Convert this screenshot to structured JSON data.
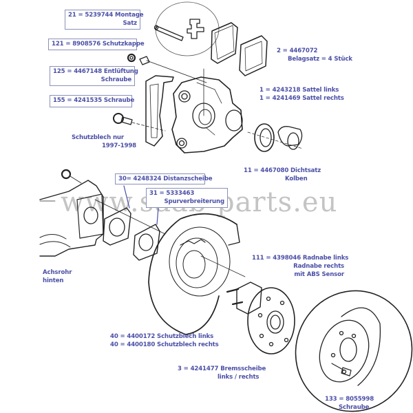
{
  "diagram": {
    "watermark": "www.saab-parts.eu",
    "colors": {
      "label_text": "#4b4fa6",
      "box_border": "#8a90b8",
      "line": "#222222"
    },
    "labels": {
      "montage": {
        "line1": "21 = 5239744  Montage",
        "line2": "Satz"
      },
      "schutzkappe": {
        "line1": "121 = 8908576  Schutzkappe"
      },
      "entlueftung": {
        "line1": "125 = 4467148  Entlüftung",
        "line2": "Schraube"
      },
      "schraube155": {
        "line1": "155 =  4241535 Schraube"
      },
      "schutzblech_nur": {
        "line1": "Schutzblech nur",
        "line2": "1997-1998"
      },
      "belagsatz": {
        "line1": "2 = 4467072",
        "line2": "Belagsatz = 4 Stück"
      },
      "sattel": {
        "line1": "1 = 4243218 Sattel links",
        "line2": "1 = 4241469 Sattel rechts"
      },
      "dichtsatz": {
        "line1": "11 = 4467080  Dichtsatz",
        "line2": "Kolben"
      },
      "distanzscheibe": {
        "line1": "30= 4248324  Distanzscheibe"
      },
      "spurverbreiterung": {
        "line1": "31 = 5333463",
        "line2": "Spurverbreiterung"
      },
      "achsrohr": {
        "line1": "Achsrohr",
        "line2": "hinten"
      },
      "radnabe": {
        "line1": "111 = 4398046 Radnabe links",
        "line2": "Radnabe rechts",
        "line3": "mit ABS Sensor"
      },
      "schutzblech": {
        "line1": "40  =  4400172  Schutzblech links",
        "line2": "40  =  4400180  Schutzblech rechts"
      },
      "bremsscheibe": {
        "line1": "3  =  4241477 Bremsscheibe",
        "line2": "links / rechts"
      },
      "schraube133": {
        "line1": "133 = 8055998",
        "line2": "Schraube"
      }
    }
  }
}
